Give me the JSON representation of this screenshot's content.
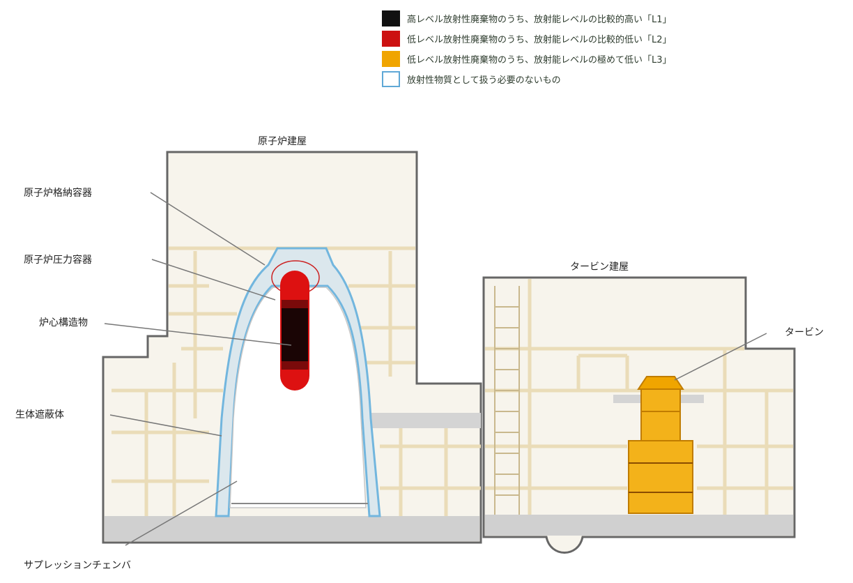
{
  "legend": [
    {
      "text": "高レベル放射性廃棄物のうち、放射能レベルの比較的高い「L1」",
      "color": "#111111",
      "border": "#111111",
      "code": ""
    },
    {
      "text": "低レベル放射性廃棄物のうち、放射能レベルの比較的低い「L2」",
      "color": "#cc1111",
      "border": "#cc1111",
      "code": ""
    },
    {
      "text": "低レベル放射性廃棄物のうち、放射能レベルの極めて低い「L3」",
      "color": "#f0a500",
      "border": "#f0a500",
      "code": ""
    },
    {
      "text": "放射性物質として扱う必要のないもの",
      "color": "#ffffff",
      "border": "#5fa8d6",
      "code": ""
    }
  ],
  "labels": {
    "reactor_building": "原子炉建屋",
    "turbine_building": "タービン建屋",
    "reactor_containment_vessel": "原子炉格納容器",
    "reactor_pressure_vessel": "原子炉圧力容器",
    "reactor_internals": "炉心構造物",
    "biological_shield": "生体遮蔽体",
    "suppression_chamber": "サプレッションチェンバ",
    "turbine": "タービン"
  },
  "colors": {
    "outline": "#666666",
    "building_fill": "#f6f3ec",
    "room_lines": "#eadcb8",
    "shield_fill": "#d8e4ea",
    "shield_edge": "#6fb1d8",
    "floor_gray": "#cfcfcf",
    "l1": "#111111",
    "l2": "#cc1111",
    "l3": "#f0a500"
  }
}
